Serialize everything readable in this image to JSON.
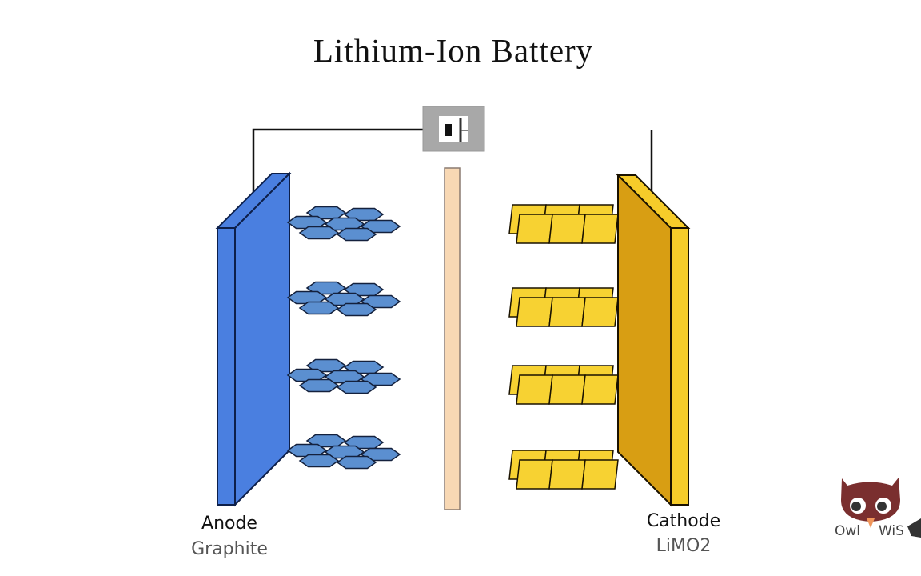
{
  "title": "Lithium-Ion Battery",
  "anode": {
    "label": "Anode",
    "material": "Graphite",
    "color": "#4a7fe0",
    "edge_color": "#3f72d3",
    "particle_color": "#5b8fd0",
    "layers": 4
  },
  "cathode": {
    "label": "Cathode",
    "material": "LiMO2",
    "front_color": "#d89e13",
    "edge_color": "#f6cc2a",
    "particle_color": "#f7d232",
    "layers": 4
  },
  "separator": {
    "color": "#f8d8b4"
  },
  "battery_symbol": {
    "icon": "battery-symbol-icon",
    "frame_color": "#a8a8a8"
  },
  "logo": {
    "left_text": "Owl",
    "right_text": "WiS",
    "owl_color": "#7a2f2f",
    "beak_color": "#f0955a"
  }
}
